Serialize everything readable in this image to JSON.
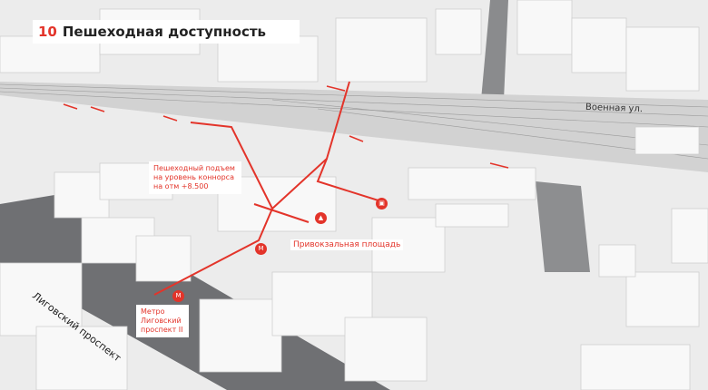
{
  "header": {
    "number": "10",
    "title": "Пешеходная доступность"
  },
  "callouts": {
    "lift": "Пешеходный подъем на уровень коннорса на отм +8.500",
    "metro": "Метро Лиговский проспект II"
  },
  "labels": {
    "square": "Привокзальная площадь",
    "street_right": "Военная ул.",
    "street_left": "Лиговский проспект"
  },
  "colors": {
    "accent": "#e3342a",
    "road": "#6f7073",
    "building": "#f7f7f7"
  }
}
